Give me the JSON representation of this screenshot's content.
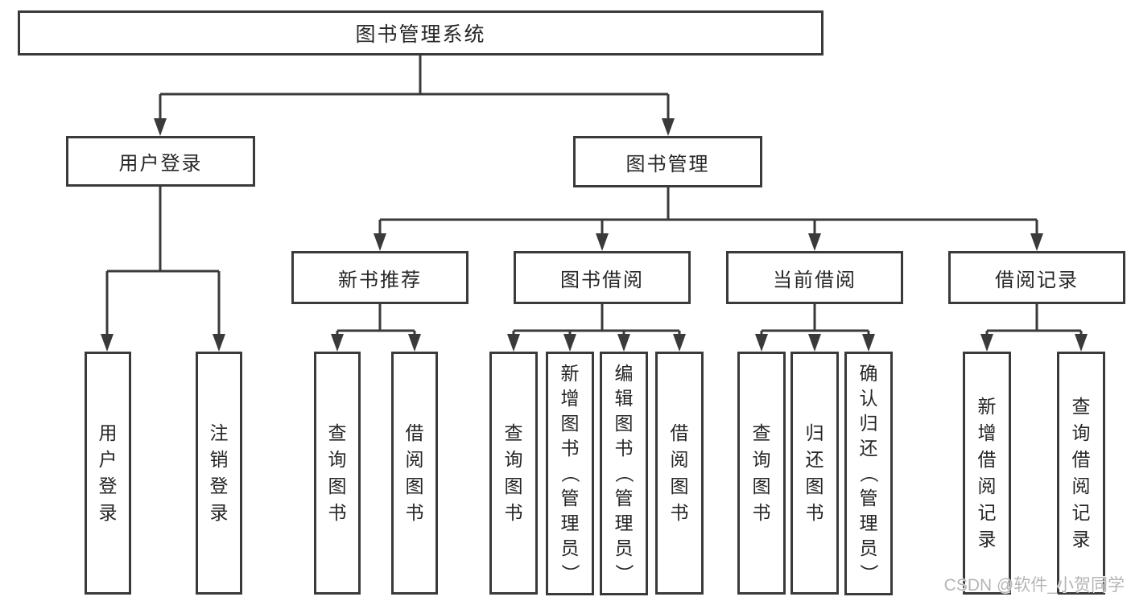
{
  "diagram_title": "图书管理系统",
  "tree": {
    "label": "图书管理系统",
    "children": [
      {
        "label": "用户登录",
        "children": [
          {
            "label": "用户登录"
          },
          {
            "label": "注销登录"
          }
        ]
      },
      {
        "label": "图书管理",
        "children": [
          {
            "label": "新书推荐",
            "children": [
              {
                "label": "查询图书"
              },
              {
                "label": "借阅图书"
              }
            ]
          },
          {
            "label": "图书借阅",
            "children": [
              {
                "label": "查询图书"
              },
              {
                "label": "新增图书（管理员）"
              },
              {
                "label": "编辑图书（管理员）"
              },
              {
                "label": "借阅图书"
              }
            ]
          },
          {
            "label": "当前借阅",
            "children": [
              {
                "label": "查询图书"
              },
              {
                "label": "归还图书"
              },
              {
                "label": "确认归还（管理员）"
              }
            ]
          },
          {
            "label": "借阅记录",
            "children": [
              {
                "label": "新增借阅记录"
              },
              {
                "label": "查询借阅记录"
              }
            ]
          }
        ]
      }
    ]
  },
  "watermark": {
    "text": "CSDN @软件_小贺同学"
  },
  "colors": {
    "line": "#3a3a3a",
    "box_border": "#3a3a3a",
    "text": "#262626",
    "watermark": "#b5b5b5",
    "background": "#ffffff"
  }
}
